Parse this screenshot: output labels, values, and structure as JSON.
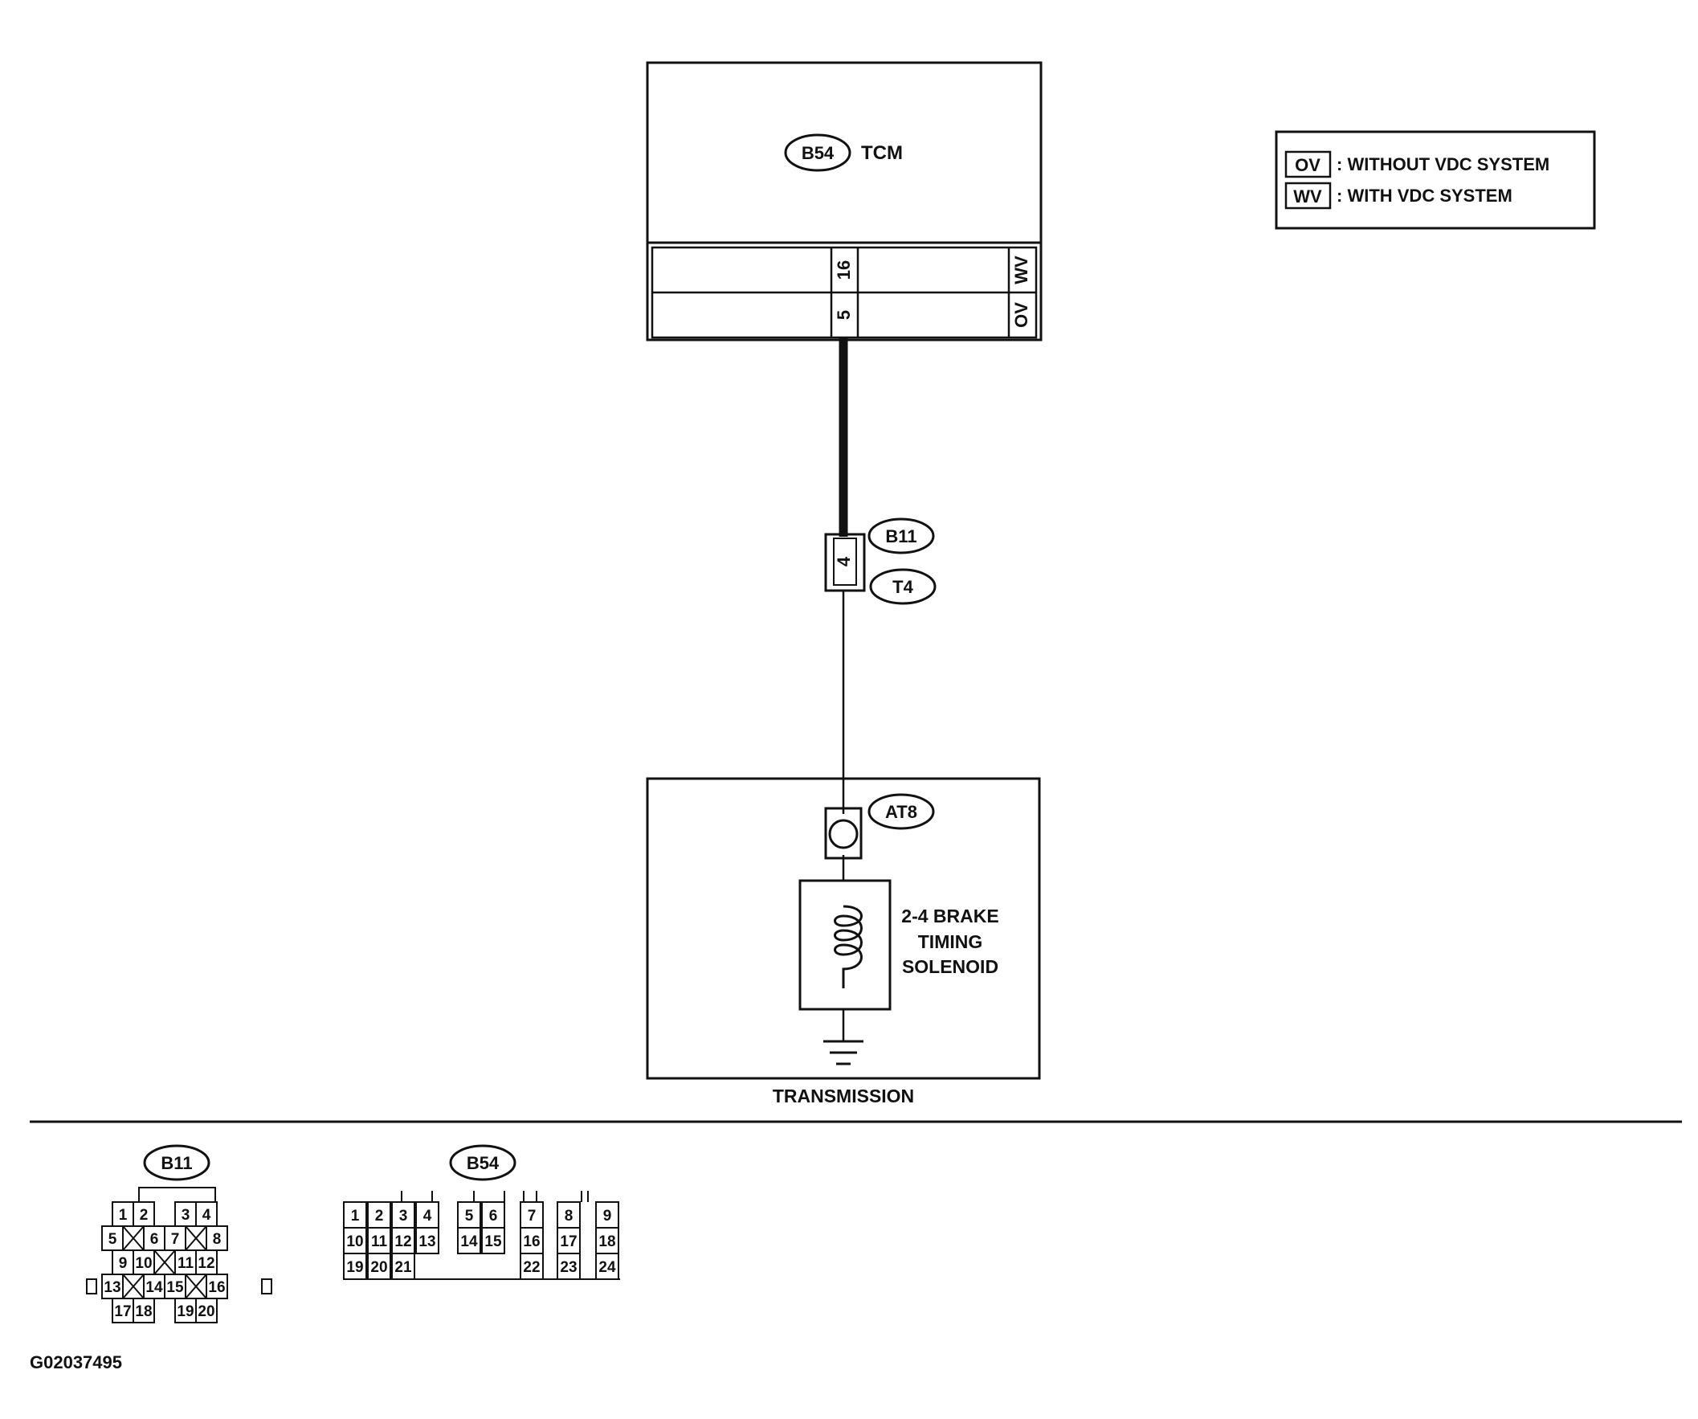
{
  "tcm": {
    "connector_id": "B54",
    "label": "TCM",
    "rows": [
      {
        "pin": "16",
        "variant": "WV"
      },
      {
        "pin": "5",
        "variant": "OV"
      }
    ]
  },
  "legend": [
    {
      "code": "OV",
      "description": ": WITHOUT VDC SYSTEM"
    },
    {
      "code": "WV",
      "description": ": WITH VDC SYSTEM"
    }
  ],
  "inline_connector": {
    "pin": "4",
    "upper_id": "B11",
    "lower_id": "T4"
  },
  "transmission": {
    "connector_id": "AT8",
    "component_lines": [
      "2-4 BRAKE",
      "TIMING",
      "SOLENOID"
    ],
    "label": "TRANSMISSION"
  },
  "connector_views": {
    "b11": {
      "id": "B11",
      "rows": [
        [
          "1",
          "2",
          "",
          "3",
          "4"
        ],
        [
          "5",
          "X",
          "6",
          "7",
          "X",
          "8"
        ],
        [
          "9",
          "10",
          "X",
          "11",
          "12"
        ],
        [
          "13",
          "X",
          "14",
          "15",
          "X",
          "16"
        ],
        [
          "17",
          "18",
          "",
          "19",
          "20"
        ]
      ]
    },
    "b54": {
      "id": "B54",
      "rows": [
        [
          "1",
          "2",
          "3",
          "4",
          "5",
          "6",
          "7",
          "8",
          "9"
        ],
        [
          "10",
          "11",
          "12",
          "13",
          "14",
          "15",
          "16",
          "17",
          "18"
        ],
        [
          "19",
          "20",
          "21",
          "22",
          "23",
          "24"
        ]
      ]
    }
  },
  "figure_id": "G02037495"
}
